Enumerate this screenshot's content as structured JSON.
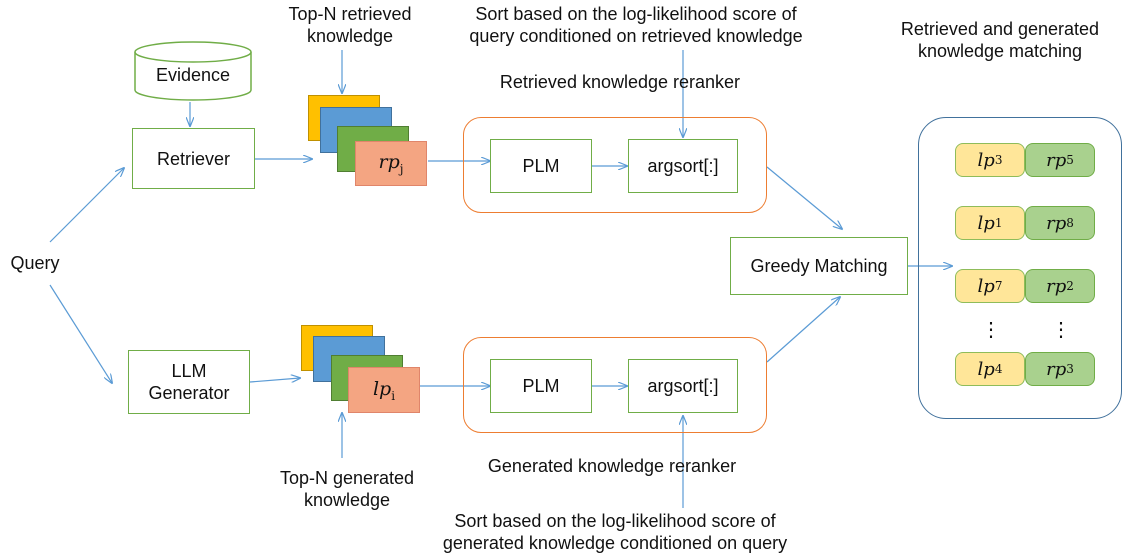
{
  "labels": {
    "query": "Query",
    "evidence": "Evidence",
    "retriever": "Retriever",
    "llm_generator": "LLM\nGenerator",
    "top_n_retrieved": "Top-N retrieved\nknowledge",
    "top_n_generated": "Top-N generated\nknowledge",
    "sort_retrieved": "Sort based on the log-likelihood score of\nquery conditioned on retrieved knowledge",
    "sort_generated": "Sort based on the log-likelihood score of\ngenerated knowledge conditioned on query",
    "retrieved_reranker": "Retrieved knowledge reranker",
    "generated_reranker": "Generated knowledge reranker",
    "plm_top": "PLM",
    "argsort_top": "argsort[:]",
    "plm_bottom": "PLM",
    "argsort_bottom": "argsort[:]",
    "greedy_matching": "Greedy Matching",
    "matching_title": "Retrieved and generated\nknowledge matching",
    "rp_front": {
      "base": "rp",
      "sub": "j"
    },
    "lp_front": {
      "base": "lp",
      "sub": "i"
    }
  },
  "pairs": [
    {
      "l_base": "lp",
      "l_sub": "3",
      "r_base": "rp",
      "r_sub": "5"
    },
    {
      "l_base": "lp",
      "l_sub": "1",
      "r_base": "rp",
      "r_sub": "8"
    },
    {
      "l_base": "lp",
      "l_sub": "7",
      "r_base": "rp",
      "r_sub": "2"
    },
    {
      "l_base": "lp",
      "l_sub": "4",
      "r_base": "rp",
      "r_sub": "3"
    }
  ],
  "ellipsis": "⋮",
  "colors": {
    "box_border": "#70ad47",
    "reranker_border": "#ed7d31",
    "panel_border": "#41719c",
    "arrow": "#5b9bd5"
  }
}
